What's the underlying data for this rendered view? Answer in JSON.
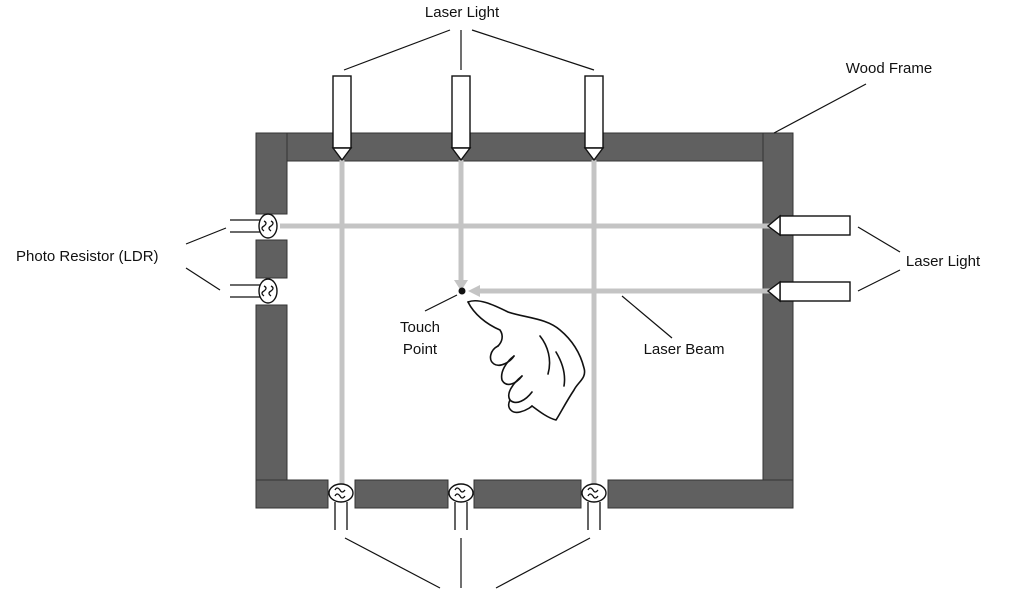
{
  "labels": {
    "laser_light_top": "Laser Light",
    "wood_frame": "Wood Frame",
    "photo_resistor": "Photo Resistor (LDR)",
    "laser_light_right": "Laser Light",
    "touch_point_line1": "Touch",
    "touch_point_line2": "Point",
    "laser_beam": "Laser Beam"
  },
  "colors": {
    "frame": "#606060",
    "beam": "#c4c4c4",
    "outline": "#111111",
    "background": "#ffffff"
  }
}
